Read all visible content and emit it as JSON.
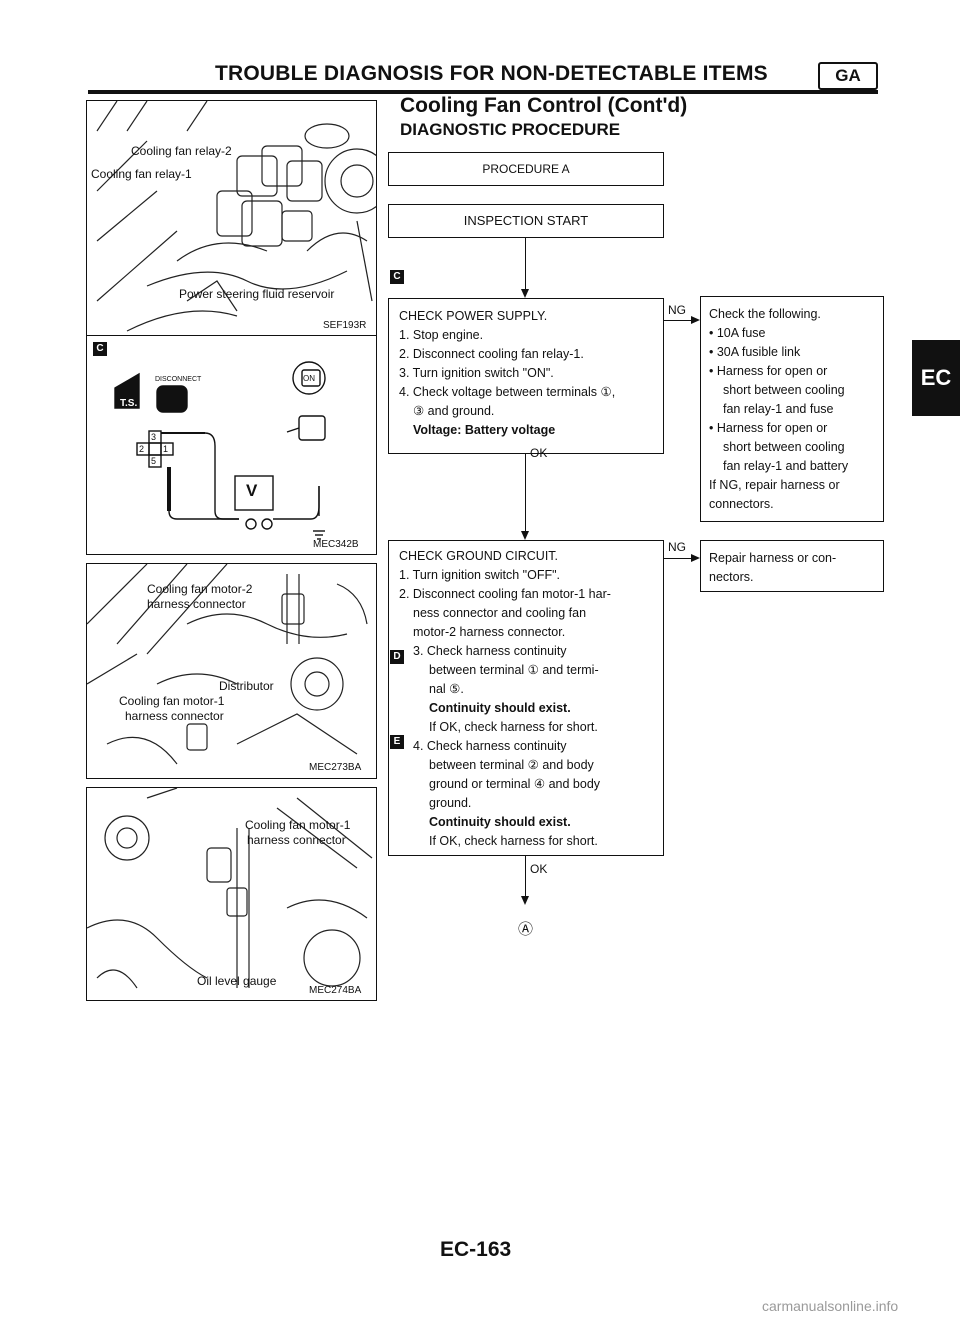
{
  "header": {
    "title": "TROUBLE DIAGNOSIS FOR NON-DETECTABLE ITEMS",
    "badge": "GA",
    "subtitle": "Cooling Fan Control (Cont'd)",
    "section": "DIAGNOSTIC PROCEDURE"
  },
  "figures": {
    "fig1": {
      "label1": "Cooling fan relay-2",
      "label2": "Cooling fan relay-1",
      "label3": "Power steering fluid reservoir",
      "code": "SEF193R"
    },
    "fig2": {
      "badge": "C",
      "disconnect": "DISCONNECT",
      "ts": "T.S.",
      "on": "ON",
      "pins": [
        "3",
        "2",
        "1",
        "5"
      ],
      "meter": "V",
      "code": "MEC342B"
    },
    "fig3": {
      "label1a": "Cooling fan motor-2",
      "label1b": "harness connector",
      "label2": "Distributor",
      "label3a": "Cooling fan motor-1",
      "label3b": "harness connector",
      "code": "MEC273BA"
    },
    "fig4": {
      "label1a": "Cooling fan motor-1",
      "label1b": "harness connector",
      "label2": "Oil level gauge",
      "code": "MEC274BA"
    }
  },
  "flow": {
    "procedure": "PROCEDURE A",
    "start": "INSPECTION START",
    "c_badge": "C",
    "d_badge": "D",
    "e_badge": "E",
    "step1": {
      "lines": [
        "CHECK POWER SUPPLY.",
        "1. Stop engine.",
        "2. Disconnect cooling fan relay-1.",
        "3. Turn ignition switch \"ON\".",
        "4. Check voltage between terminals ①,",
        "③ and ground."
      ],
      "bold": "Voltage: Battery voltage"
    },
    "ng1": "NG",
    "ng1_box": [
      "Check the following.",
      "• 10A fuse",
      "• 30A fusible link",
      "• Harness for open or",
      "short between cooling",
      "fan relay-1 and fuse",
      "• Harness for open or",
      "short between cooling",
      "fan relay-1 and battery",
      "If NG, repair harness or",
      "connectors."
    ],
    "ok1": "OK",
    "step2": {
      "title": "CHECK GROUND CIRCUIT.",
      "l1": "1. Turn ignition switch \"OFF\".",
      "l2": "2. Disconnect cooling fan motor-1 har-",
      "l3": "ness connector and cooling fan",
      "l4": "motor-2 harness connector.",
      "l5": "3. Check harness continuity",
      "l6": "between terminal ① and termi-",
      "l7": "nal ⑤.",
      "b1": "Continuity should exist.",
      "l8": "If OK, check harness for short.",
      "l9": "4. Check harness continuity",
      "l10": "between terminal ② and body",
      "l11": "ground or terminal ④ and body",
      "l12": "ground.",
      "b2": "Continuity should exist.",
      "l13": "If OK, check harness for short."
    },
    "ng2": "NG",
    "ng2_box": [
      "Repair harness or con-",
      "nectors."
    ],
    "ok2": "OK",
    "end": "Ⓐ"
  },
  "side_tab": "EC",
  "page_number": "EC-163",
  "watermark": "carmanualsonline.info"
}
